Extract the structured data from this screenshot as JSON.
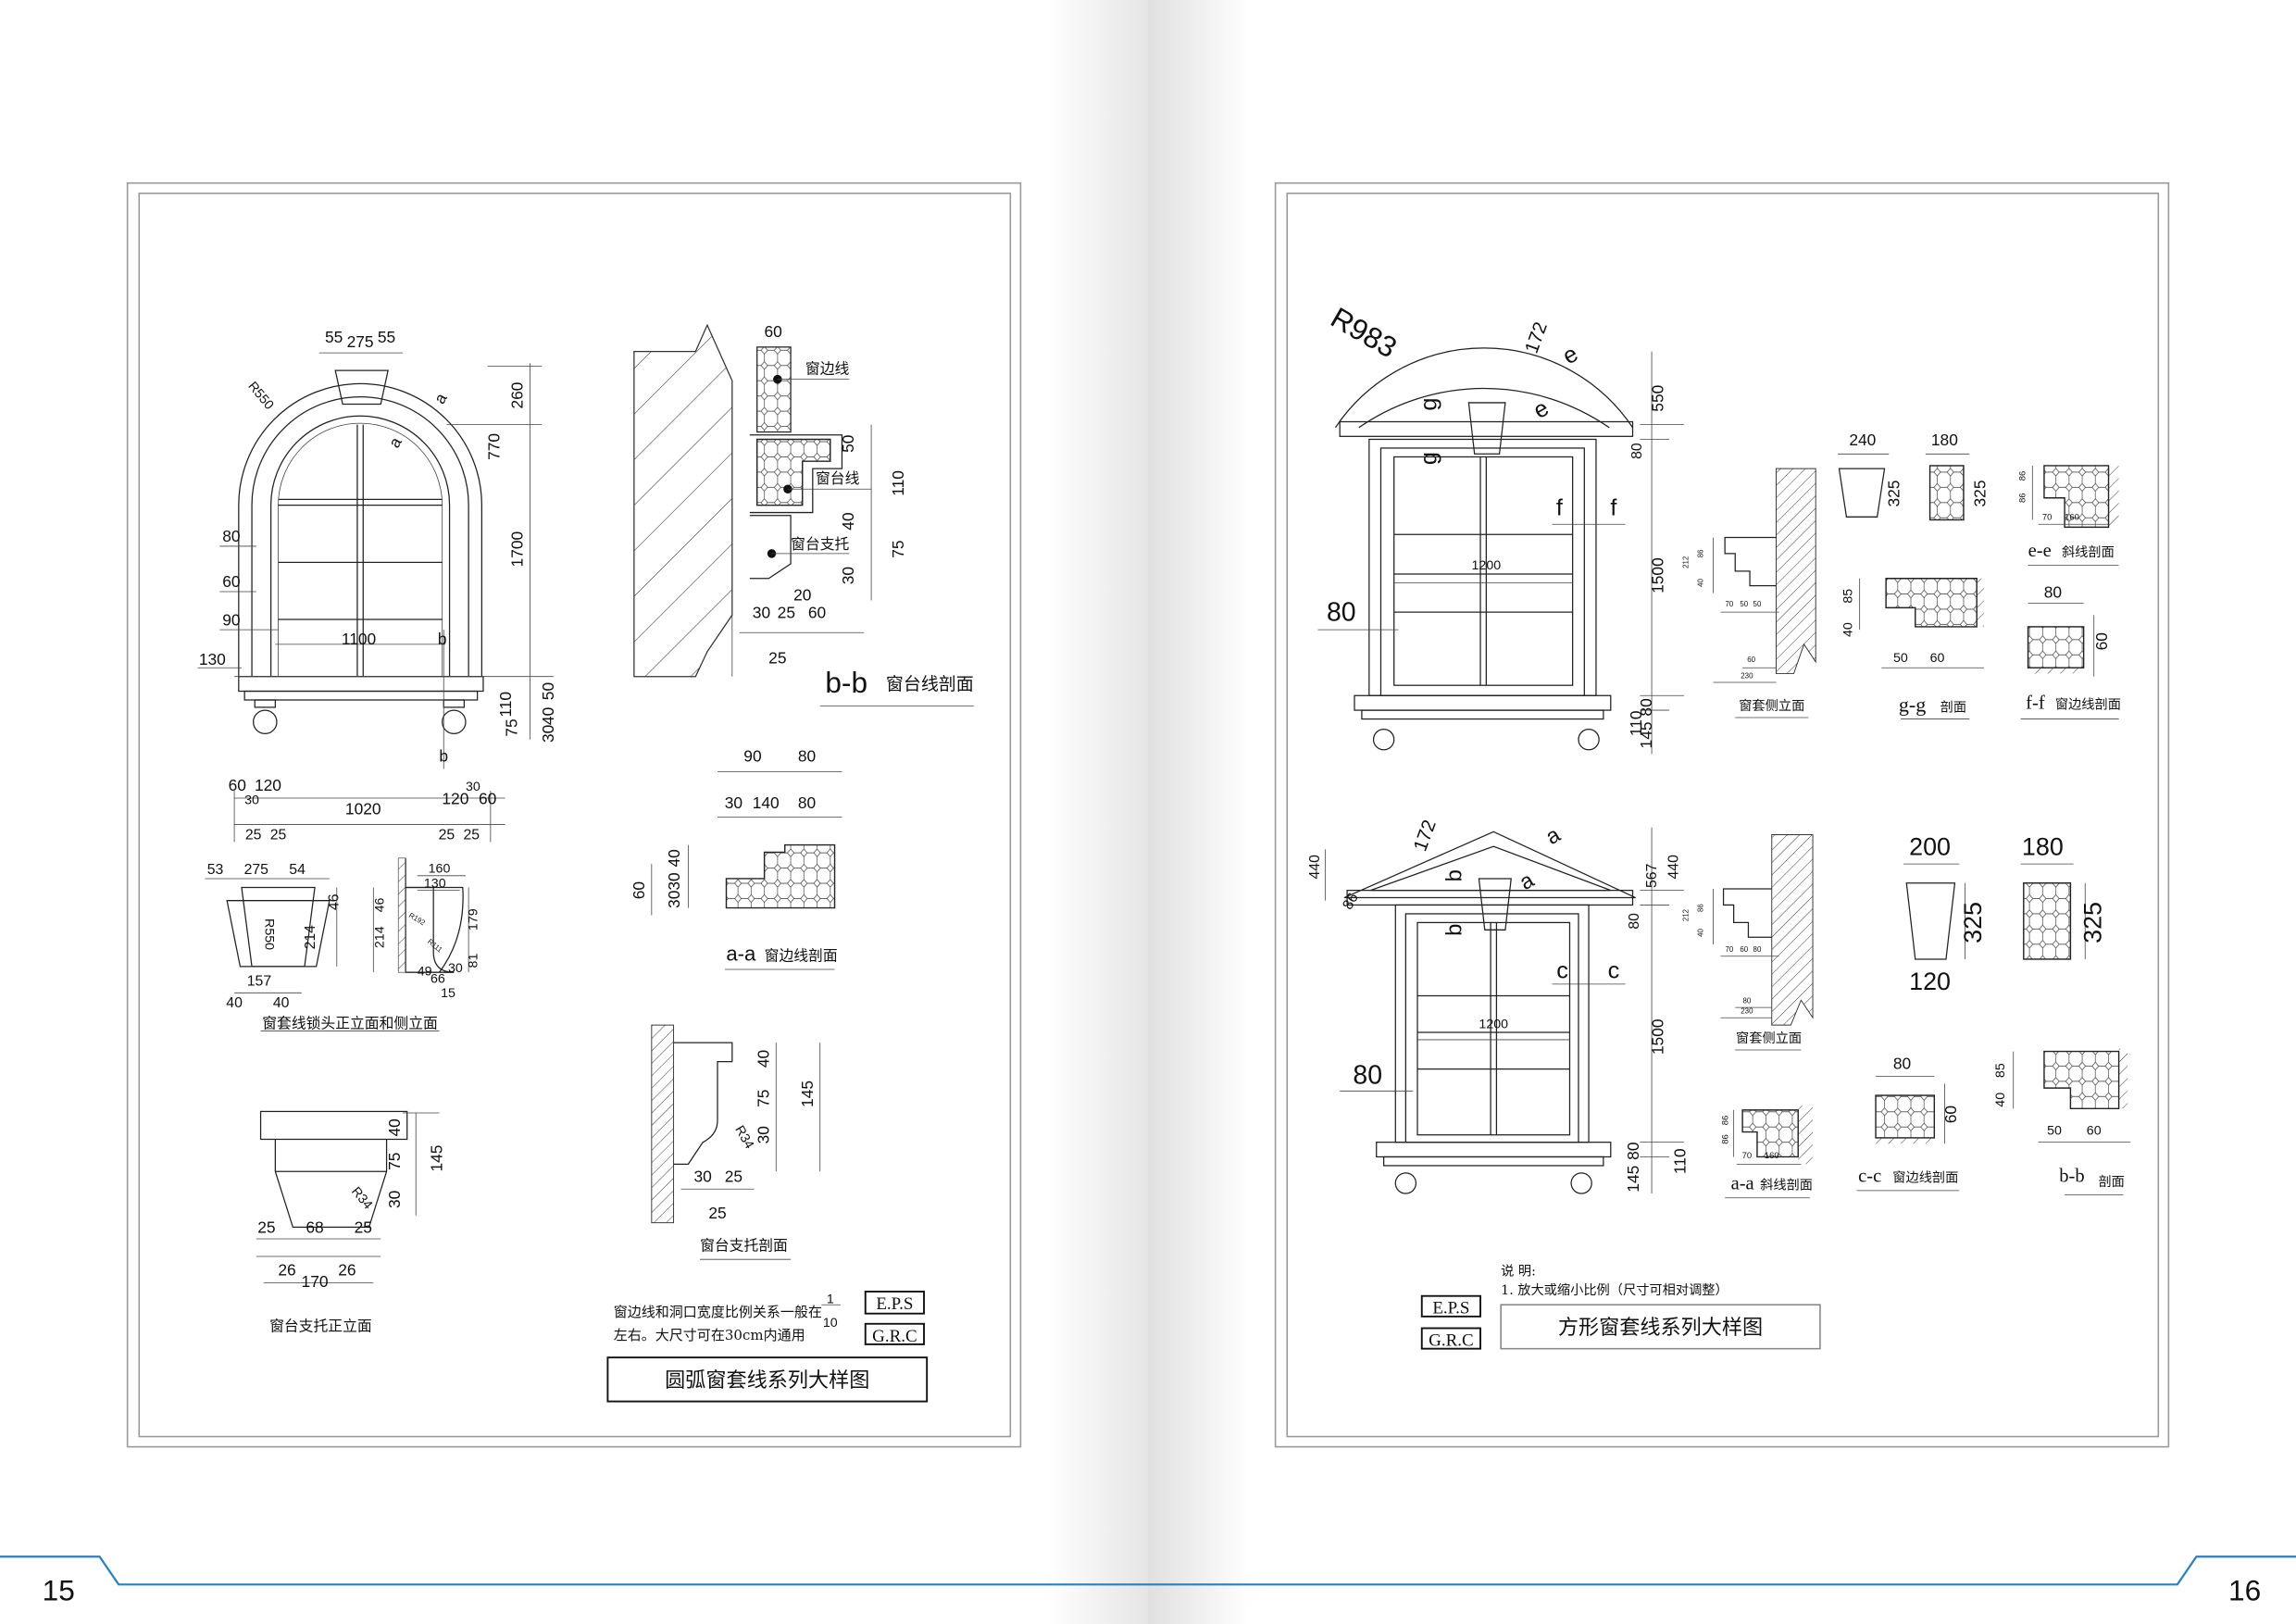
{
  "colors": {
    "footer_line": "#2a7fc0",
    "frame": "#999999"
  },
  "left": {
    "page_number": "15",
    "arch_window": [
      "55",
      "275",
      "55",
      "R550",
      "a",
      "a",
      "260",
      "770",
      "1700",
      "80",
      "60",
      "90",
      "130",
      "1100",
      "b",
      "110",
      "50",
      "75",
      "40",
      "30",
      "b"
    ],
    "arch_window_bottom": [
      "60",
      "120",
      "30",
      "1020",
      "120",
      "60",
      "30",
      "25",
      "25",
      "25",
      "25"
    ],
    "keystone": [
      "53",
      "275",
      "54",
      "46",
      "214",
      "R550",
      "157",
      "40",
      "40",
      "160",
      "130",
      "46",
      "214",
      "179",
      "81",
      "49",
      "66",
      "30",
      "15",
      "R192",
      "R111"
    ],
    "keystone_caption": [
      "窗套线锁头正立面和侧立面"
    ],
    "bracket_front": [
      "40",
      "75",
      "30",
      "145",
      "R34",
      "25",
      "68",
      "25",
      "26",
      "26",
      "170"
    ],
    "bracket_front_caption": [
      "窗台支托正立面"
    ],
    "sill_section": [
      "60",
      "50",
      "110",
      "40",
      "75",
      "30",
      "20",
      "30",
      "25",
      "60",
      "25"
    ],
    "sill_callouts": [
      "窗边线",
      "窗台线",
      "窗台支托"
    ],
    "sill_mark": [
      "b-b"
    ],
    "sill_caption": [
      "窗台线剖面"
    ],
    "edge_section": [
      "90",
      "80",
      "30",
      "140",
      "80",
      "40",
      "3030",
      "60"
    ],
    "edge_mark": [
      "a-a"
    ],
    "edge_caption": [
      "窗边线剖面"
    ],
    "bracket_section": [
      "40",
      "75",
      "30",
      "145",
      "R34",
      "30",
      "25",
      "25"
    ],
    "bracket_section_caption": [
      "窗台支托剖面"
    ],
    "notes": [
      "窗边线和洞口宽度比例关系一般在",
      "1",
      "10",
      "左右。大尺寸可在30cm内通用"
    ],
    "badges": [
      "E.P.S",
      "G.R.C"
    ],
    "title": [
      "圆弧窗套线系列大样图"
    ]
  },
  "right": {
    "page_number": "16",
    "window_arched": [
      "R983",
      "172",
      "e",
      "g",
      "e",
      "g",
      "f",
      "f",
      "80",
      "1200",
      "550",
      "80",
      "1500",
      "80",
      "110",
      "145"
    ],
    "side_elevation_1": [
      "212",
      "86",
      "40",
      "70",
      "50",
      "50",
      "60",
      "230"
    ],
    "side_elevation_1_caption": [
      "窗套侧立面"
    ],
    "gg": [
      "240",
      "180",
      "325",
      "325",
      "85",
      "40",
      "50",
      "60"
    ],
    "gg_mark": [
      "g-g",
      "剖面"
    ],
    "ee": [
      "86",
      "86",
      "70",
      "160"
    ],
    "ee_mark": [
      "e-e",
      "斜线剖面"
    ],
    "ff": [
      "80",
      "60"
    ],
    "ff_mark": [
      "f-f",
      "窗边线剖面"
    ],
    "window_pediment": [
      "440",
      "86",
      "172",
      "a",
      "b",
      "a",
      "b",
      "c",
      "c",
      "1200",
      "80",
      "567",
      "440",
      "80",
      "1500",
      "80",
      "145",
      "110"
    ],
    "side_elevation_2": [
      "212",
      "86",
      "40",
      "70",
      "60",
      "80",
      "80",
      "230"
    ],
    "side_elevation_2_caption": [
      "窗套侧立面"
    ],
    "aa": [
      "86",
      "86",
      "70",
      "160"
    ],
    "aa_mark": [
      "a-a",
      "斜线剖面"
    ],
    "keystone2": [
      "200",
      "180",
      "325",
      "325",
      "120"
    ],
    "cc": [
      "80",
      "60"
    ],
    "cc_mark": [
      "c-c",
      "窗边线剖面"
    ],
    "bb": [
      "85",
      "40",
      "50",
      "60"
    ],
    "bb_mark": [
      "b-b",
      "剖面"
    ],
    "notes": [
      "说 明:",
      "1. 放大或缩小比例（尺寸可相对调整）"
    ],
    "badges": [
      "E.P.S",
      "G.R.C"
    ],
    "title": [
      "方形窗套线系列大样图"
    ]
  }
}
